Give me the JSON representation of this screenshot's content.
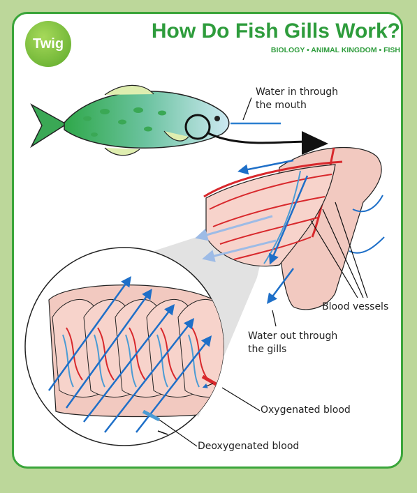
{
  "logo": {
    "text": "Twig"
  },
  "header": {
    "title": "How Do Fish Gills Work?",
    "subtitle": "BIOLOGY • ANIMAL KINGDOM • FISH"
  },
  "labels": {
    "water_in_line1": "Water in through",
    "water_in_line2": "the mouth",
    "blood_vessels": "Blood vessels",
    "water_out_line1": "Water out through",
    "water_out_line2": "the gills",
    "oxygenated": "Oxygenated blood",
    "deoxygenated": "Deoxygenated blood"
  },
  "colors": {
    "background": "#bcd79a",
    "border": "#3aa53a",
    "title": "#2e9c3c",
    "water_arrow": "#1e6fc8",
    "oxygenated_vessel": "#d8282c",
    "deoxygenated_vessel": "#4a9bd4",
    "gill_tissue": "#f2c9c0"
  }
}
